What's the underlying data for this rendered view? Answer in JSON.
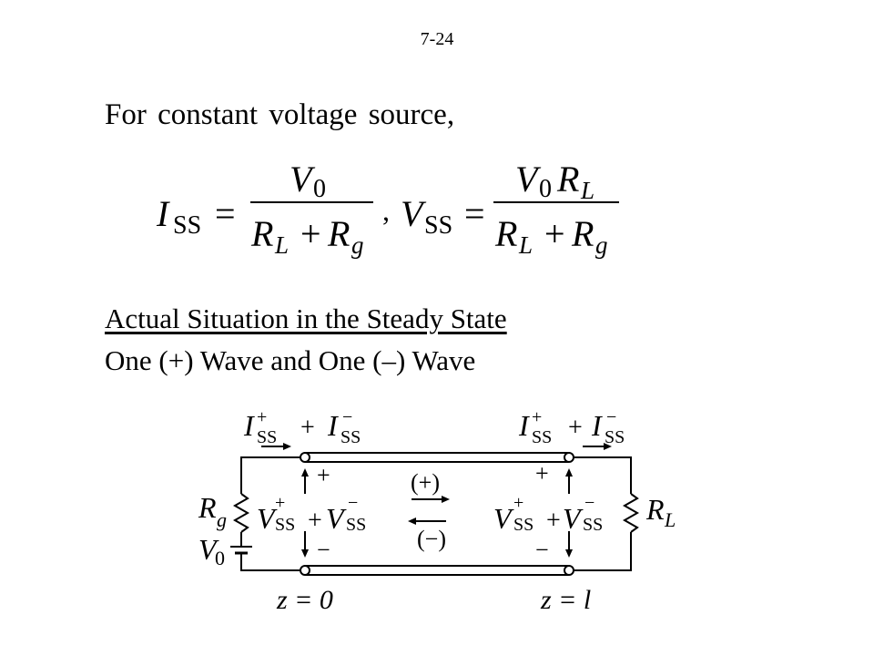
{
  "page_number": "7-24",
  "intro_text": "For constant voltage source,",
  "equation": {
    "I": "I",
    "V": "V",
    "sub_SS": "SS",
    "V0_base": "V",
    "V0_sub": "0",
    "R": "R",
    "sub_L": "L",
    "sub_g": "g",
    "equals": "=",
    "plus": "+",
    "comma": ","
  },
  "section_heading": "Actual Situation in the Steady State",
  "section_subheading": "One (+) Wave and One (–) Wave",
  "circuit": {
    "current_label": {
      "sym": "I",
      "sub": "SS",
      "sup_plus": "+",
      "sup_minus": "−",
      "plus": "+"
    },
    "voltage_label": {
      "sym": "V",
      "sub": "SS",
      "sup_plus": "+",
      "sup_minus": "−",
      "plus": "+"
    },
    "polarity_plus": "+",
    "polarity_minus": "−",
    "forward_wave": "(+)",
    "backward_wave": "(−)",
    "generator_resistor": {
      "sym": "R",
      "sub": "g"
    },
    "source_voltage": {
      "sym": "V",
      "sub": "0"
    },
    "load_resistor": {
      "sym": "R",
      "sub": "L"
    },
    "z_start": "z = 0",
    "z_end": "z = l"
  }
}
